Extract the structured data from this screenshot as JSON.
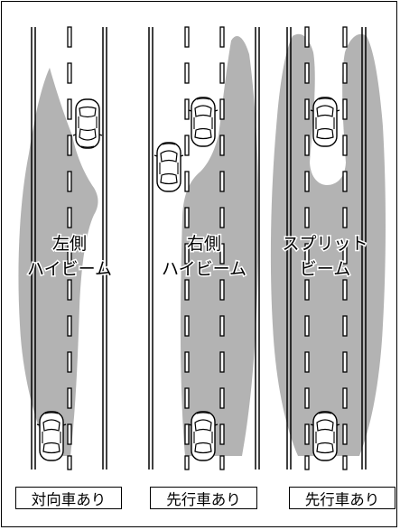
{
  "panels": [
    {
      "label_lines": [
        "左側",
        "ハイビーム"
      ],
      "caption": "対向車あり"
    },
    {
      "label_lines": [
        "右側",
        "ハイビーム"
      ],
      "caption": "先行車あり"
    },
    {
      "label_lines": [
        "スプリット",
        "ビーム"
      ],
      "caption": "先行車あり"
    }
  ],
  "colors": {
    "beam": "#b3b3b3",
    "line": "#000000",
    "background": "#ffffff"
  },
  "icons": {
    "car": "car-top-view-icon"
  }
}
